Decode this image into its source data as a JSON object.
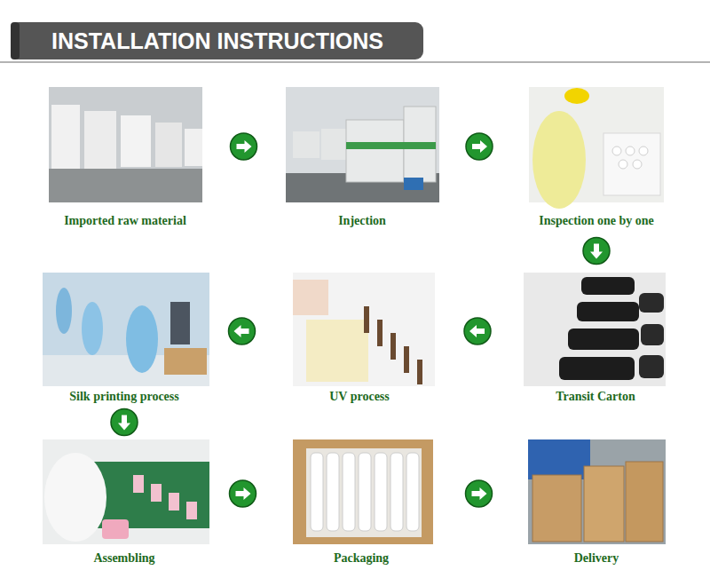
{
  "diagram": {
    "title": "INSTALLATION INSTRUCTIONS",
    "nodes": [
      {
        "text": [
          "Imported raw material"
        ]
      },
      {
        "text": [
          "Injection"
        ]
      },
      {
        "text": [
          "Inspection one by one"
        ]
      },
      {
        "text": [
          "Silk printing process"
        ]
      },
      {
        "text": [
          "UV process"
        ]
      },
      {
        "text": [
          "Transit Carton"
        ]
      },
      {
        "text": [
          "Assembling"
        ]
      },
      {
        "text": [
          "Packaging"
        ]
      },
      {
        "text": [
          "Delivery"
        ]
      }
    ],
    "edges": [
      {
        "from": 0,
        "to": 1,
        "arrow": "to"
      },
      {
        "from": 1,
        "to": 2,
        "arrow": "to"
      },
      {
        "from": 2,
        "to": 5,
        "arrow": "to"
      },
      {
        "from": 5,
        "to": 4,
        "arrow": "to"
      },
      {
        "from": 4,
        "to": 3,
        "arrow": "to"
      },
      {
        "from": 3,
        "to": 6,
        "arrow": "to"
      },
      {
        "from": 6,
        "to": 7,
        "arrow": "to"
      },
      {
        "from": 7,
        "to": 8,
        "arrow": "to"
      }
    ]
  }
}
